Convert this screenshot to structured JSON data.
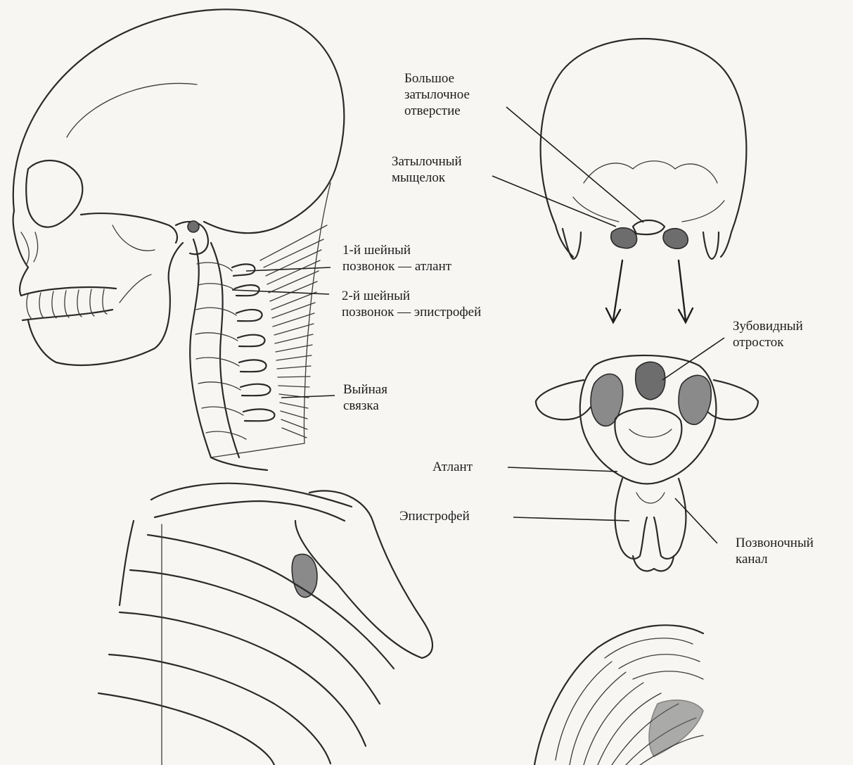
{
  "labels": {
    "foramen": "Большое\nзатылочное\nотверстие",
    "condyle": "Затылочный\nмыщелок",
    "atlas_1": "1-й шейный\nпозвонок — атлант",
    "axis_2": "2-й шейный\nпозвонок — эпистрофей",
    "nuchal_ligament": "Выйная\nсвязка",
    "dens": "Зубовидный\nотросток",
    "atlas": "Атлант",
    "axis": "Эпистрофей",
    "spinal_canal": "Позвоночный\nканал"
  },
  "colors": {
    "background": "#f7f6f3",
    "ink": "#2a2a2a",
    "shading": "#8a8a8a"
  }
}
